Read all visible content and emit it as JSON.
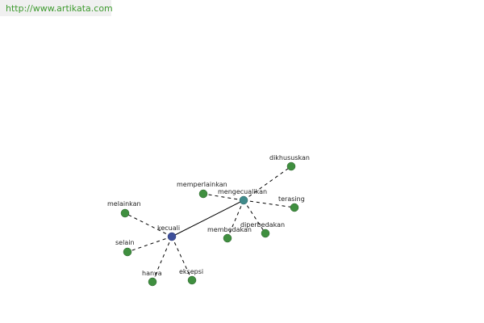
{
  "watermark": {
    "url_text": "http://www.artikata.com"
  },
  "graph": {
    "nodes": [
      {
        "id": "kecuali",
        "label": "kecuali",
        "kind": "center"
      },
      {
        "id": "mengecualikan",
        "label": "mengecualikan",
        "kind": "hub"
      },
      {
        "id": "melainkan",
        "label": "melainkan",
        "kind": "leaf"
      },
      {
        "id": "selain",
        "label": "selain",
        "kind": "leaf"
      },
      {
        "id": "hanya",
        "label": "hanya",
        "kind": "leaf"
      },
      {
        "id": "eksepsi",
        "label": "eksepsi",
        "kind": "leaf"
      },
      {
        "id": "memperlainkan",
        "label": "memperlainkan",
        "kind": "leaf"
      },
      {
        "id": "dikhususkan",
        "label": "dikhususkan",
        "kind": "leaf"
      },
      {
        "id": "terasing",
        "label": "terasing",
        "kind": "leaf"
      },
      {
        "id": "membedakan",
        "label": "membedakan",
        "kind": "leaf"
      },
      {
        "id": "diperbedakan",
        "label": "diperbedakan",
        "kind": "leaf"
      }
    ],
    "edges": [
      {
        "from": "kecuali",
        "to": "mengecualikan",
        "style": "solid"
      },
      {
        "from": "kecuali",
        "to": "melainkan",
        "style": "dashed"
      },
      {
        "from": "kecuali",
        "to": "selain",
        "style": "dashed"
      },
      {
        "from": "kecuali",
        "to": "hanya",
        "style": "dashed"
      },
      {
        "from": "kecuali",
        "to": "eksepsi",
        "style": "dashed"
      },
      {
        "from": "mengecualikan",
        "to": "memperlainkan",
        "style": "dashed"
      },
      {
        "from": "mengecualikan",
        "to": "dikhususkan",
        "style": "dashed"
      },
      {
        "from": "mengecualikan",
        "to": "terasing",
        "style": "dashed"
      },
      {
        "from": "mengecualikan",
        "to": "membedakan",
        "style": "dashed"
      },
      {
        "from": "mengecualikan",
        "to": "diperbedakan",
        "style": "dashed"
      }
    ]
  }
}
